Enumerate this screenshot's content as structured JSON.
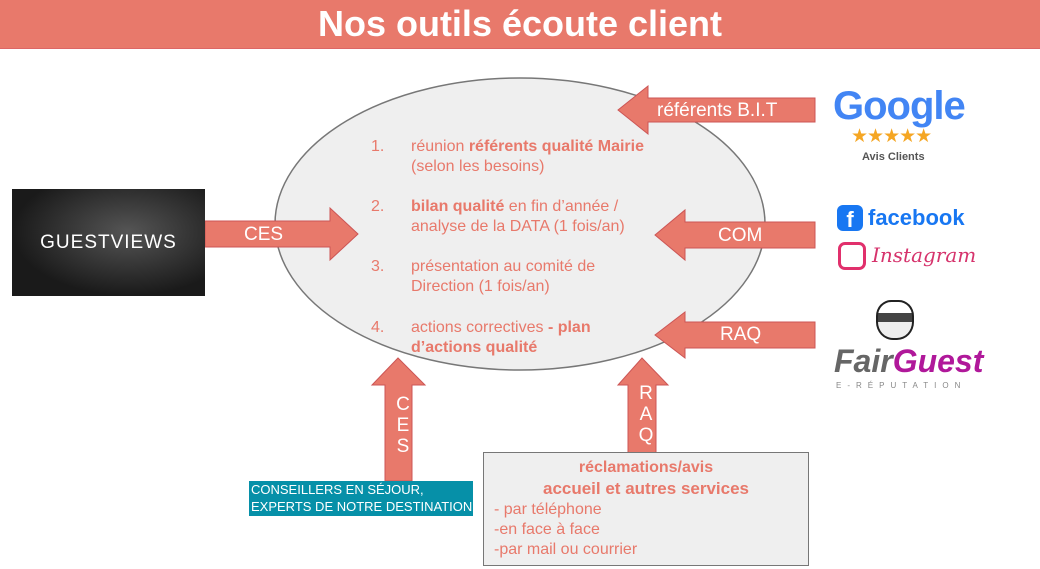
{
  "title": "Nos outils écoute client",
  "arrows": {
    "ces_left": "CES",
    "referents": "référents B.I.T",
    "com": "COM",
    "raq_right": "RAQ",
    "ces_up": [
      "C",
      "E",
      "S"
    ],
    "raq_up": [
      "R",
      "A",
      "Q"
    ]
  },
  "steps": [
    {
      "num": "1.",
      "pre": "réunion ",
      "bold": "référents qualité Mairie",
      "post": " (selon les besoins)"
    },
    {
      "num": "2.",
      "pre": "",
      "bold": "bilan qualité",
      "post": " en fin d’année / analyse de la DATA (1 fois/an)"
    },
    {
      "num": "3.",
      "pre": "présentation au comité de Direction (1 fois/an)",
      "bold": "",
      "post": ""
    },
    {
      "num": "4.",
      "pre": "actions correctives ",
      "bold": "- plan d’actions qualité",
      "post": ""
    }
  ],
  "guestviews": "GUESTVIEWS",
  "advisors": [
    "CONSEILLERS EN SÉJOUR,",
    "EXPERTS DE NOTRE DESTINATION"
  ],
  "complaints": {
    "title1": "réclamations/avis",
    "title2": "accueil et autres services",
    "items": [
      "- par téléphone",
      "-en face à face",
      "-par mail ou courrier"
    ]
  },
  "logos": {
    "google": "Google",
    "google_caption": "Avis Clients",
    "facebook": "facebook",
    "instagram": "Instagram",
    "fairguest1": "Fair",
    "fairguest2": "Guest",
    "fairguest_sub": "E-RÉPUTATION"
  },
  "colors": {
    "accent": "#e8796b",
    "teal": "#0690a8"
  }
}
